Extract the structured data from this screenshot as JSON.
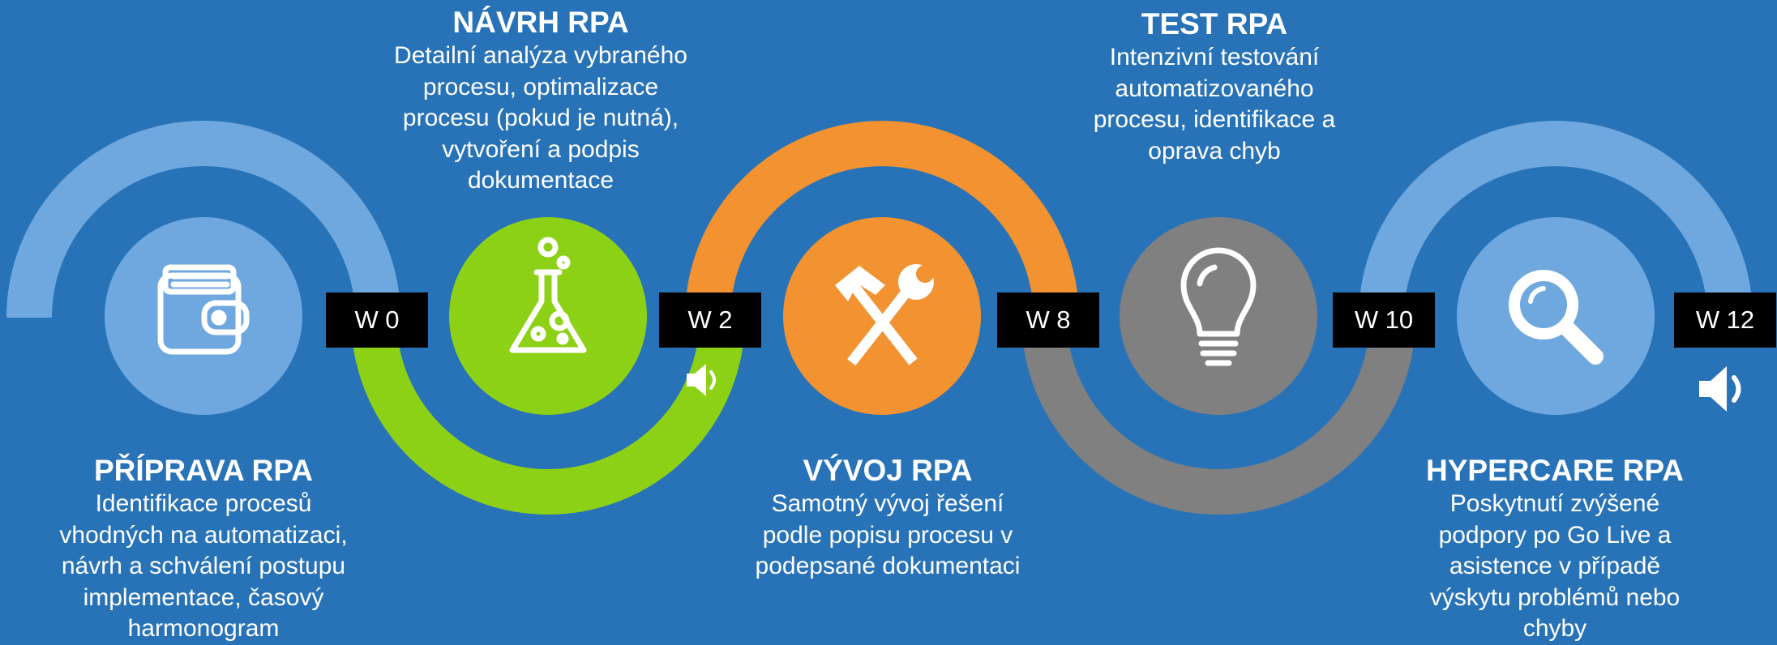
{
  "stages": [
    {
      "title": "PŘÍPRAVA RPA",
      "description": "Identifikace procesů vhodných na automatizaci, návrh a schválení postupu implementace, časový harmonogram",
      "icon": "wallet-icon",
      "color": "#6fa8df"
    },
    {
      "title": "NÁVRH RPA",
      "description": "Detailní analýza vybraného procesu, optimalizace procesu (pokud je nutná), vytvoření a podpis dokumentace",
      "icon": "flask-icon",
      "color": "#8dd117"
    },
    {
      "title": "VÝVOJ RPA",
      "description": "Samotný vývoj řešení podle popisu procesu v podepsané dokumentaci",
      "icon": "hammer-wrench-icon",
      "color": "#f29230"
    },
    {
      "title": "TEST RPA",
      "description": "Intenzivní testování automatizovaného procesu, identifikace a oprava chyb",
      "icon": "lightbulb-icon",
      "color": "#808080"
    },
    {
      "title": "HYPERCARE RPA",
      "description": "Poskytnutí zvýšené podpory po Go Live a asistence v případě výskytu problémů nebo chyby",
      "icon": "magnifier-icon",
      "color": "#6fa8df"
    }
  ],
  "weeks": [
    "W 0",
    "W 2",
    "W 8",
    "W 10",
    "W 12"
  ],
  "background_color": "#2873b7"
}
